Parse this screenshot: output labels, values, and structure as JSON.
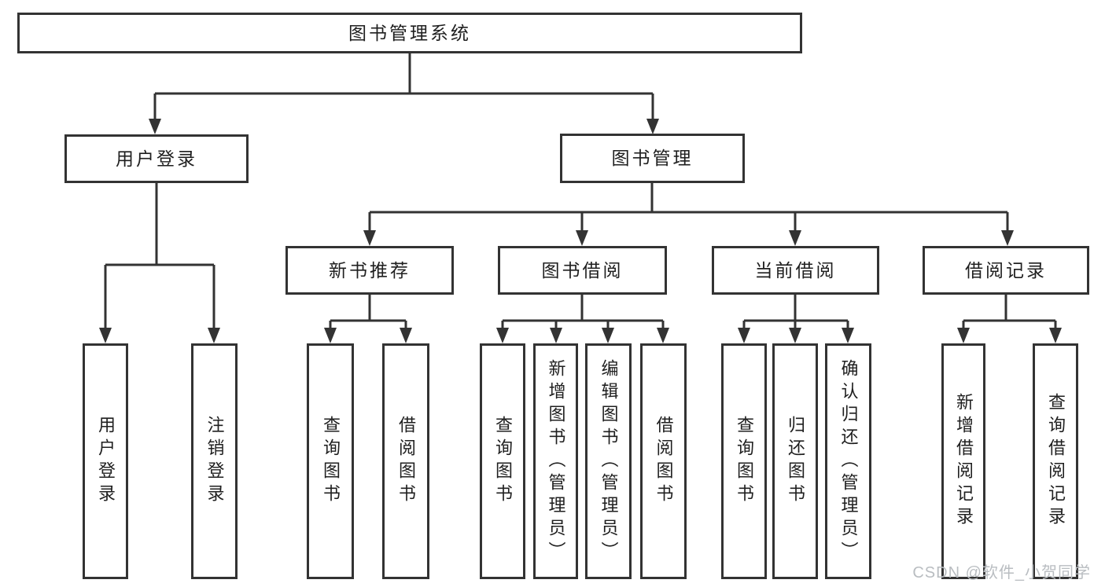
{
  "diagram": {
    "root": {
      "label": "图书管理系统"
    },
    "level2": [
      {
        "label": "用户登录"
      },
      {
        "label": "图书管理"
      }
    ],
    "level3": [
      {
        "label": "新书推荐"
      },
      {
        "label": "图书借阅"
      },
      {
        "label": "当前借阅"
      },
      {
        "label": "借阅记录"
      }
    ],
    "leaves": {
      "user_login": [
        {
          "label": "用户登录"
        },
        {
          "label": "注销登录"
        }
      ],
      "new_book_recommend": [
        {
          "label": "查询图书"
        },
        {
          "label": "借阅图书"
        }
      ],
      "book_borrow": [
        {
          "label": "查询图书"
        },
        {
          "label": "新增图书（管理员）"
        },
        {
          "label": "编辑图书（管理员）"
        },
        {
          "label": "借阅图书"
        }
      ],
      "current_borrow": [
        {
          "label": "查询图书"
        },
        {
          "label": "归还图书"
        },
        {
          "label": "确认归还（管理员）"
        }
      ],
      "borrow_records": [
        {
          "label": "新增借阅记录"
        },
        {
          "label": "查询借阅记录"
        }
      ]
    }
  },
  "colors": {
    "line": "#333333",
    "border": "#333333",
    "text": "#1f1f1f",
    "background": "#ffffff",
    "watermark": "#b9bdc1"
  },
  "watermark": {
    "text": "CSDN @软件_小贺同学"
  }
}
